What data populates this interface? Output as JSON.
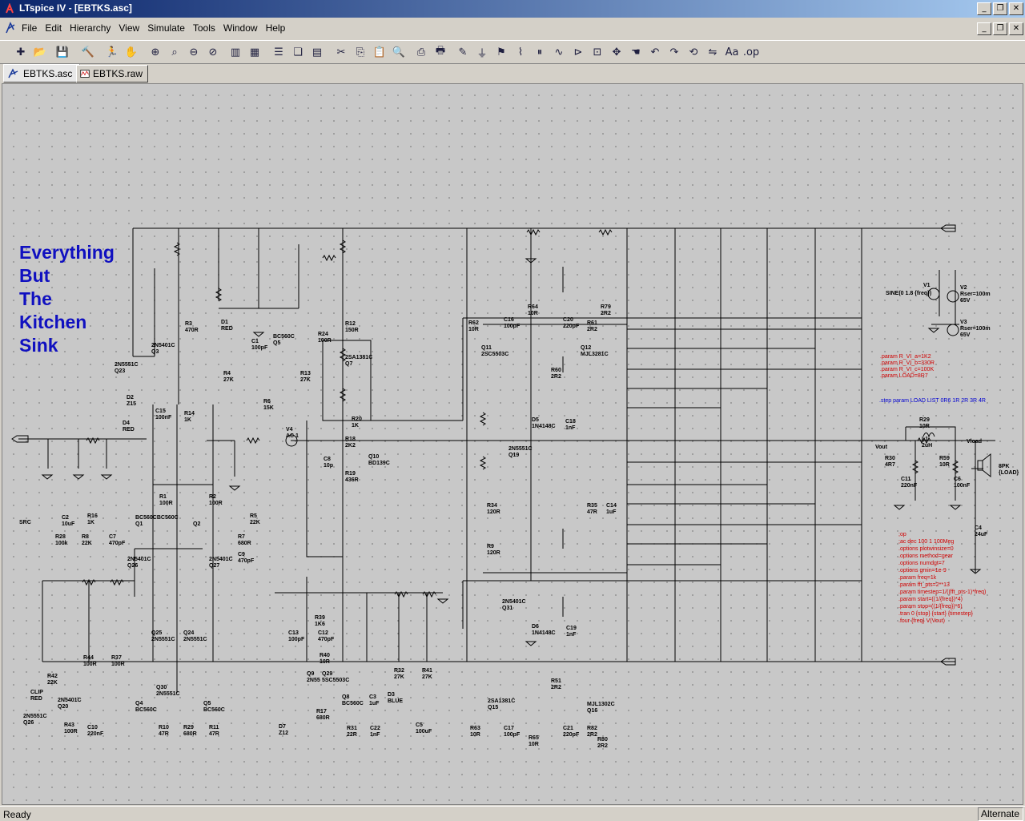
{
  "window": {
    "title": "LTspice IV - [EBTKS.asc]",
    "min": "_",
    "restore": "❐",
    "close": "✕"
  },
  "menu": [
    "File",
    "Edit",
    "Hierarchy",
    "View",
    "Simulate",
    "Tools",
    "Window",
    "Help"
  ],
  "tabs": [
    {
      "label": "EBTKS.asc"
    },
    {
      "label": "EBTKS.raw"
    }
  ],
  "toolbar_groups": [
    [
      "new-schematic-icon",
      "open-icon"
    ],
    [
      "save-icon"
    ],
    [
      "control-panel-icon"
    ],
    [
      "run-icon",
      "halt-icon"
    ],
    [
      "zoom-in-icon",
      "zoom-area-icon",
      "zoom-out-icon",
      "zoom-cancel-icon"
    ],
    [
      "autorange-icon",
      "plot-settings-icon"
    ],
    [
      "tile-horizontal-icon",
      "cascade-icon",
      "tile-vertical-icon"
    ],
    [
      "cut-icon",
      "copy-icon",
      "paste-icon",
      "find-icon"
    ],
    [
      "print-preview-icon",
      "print-icon"
    ],
    [
      "wire-icon",
      "ground-icon",
      "label-net-icon",
      "resistor-icon",
      "capacitor-icon",
      "inductor-icon",
      "diode-icon",
      "component-icon",
      "move-icon",
      "drag-icon",
      "undo-icon",
      "redo-icon",
      "rotate-icon",
      "mirror-icon",
      "text-icon",
      "spice-directive-icon"
    ]
  ],
  "toolbar_glyphs": {
    "new-schematic-icon": "✚",
    "open-icon": "📂",
    "save-icon": "💾",
    "control-panel-icon": "🔨",
    "run-icon": "🏃",
    "halt-icon": "✋",
    "zoom-in-icon": "⊕",
    "zoom-area-icon": "⌕",
    "zoom-out-icon": "⊖",
    "zoom-cancel-icon": "⊘",
    "autorange-icon": "▥",
    "plot-settings-icon": "▦",
    "tile-horizontal-icon": "☰",
    "cascade-icon": "❏",
    "tile-vertical-icon": "▤",
    "cut-icon": "✂",
    "copy-icon": "⎘",
    "paste-icon": "📋",
    "find-icon": "🔍",
    "print-preview-icon": "⎙",
    "print-icon": "🖶",
    "wire-icon": "✎",
    "ground-icon": "⏚",
    "label-net-icon": "⚑",
    "resistor-icon": "⌇",
    "capacitor-icon": "⏸",
    "inductor-icon": "∿",
    "diode-icon": "⊳",
    "component-icon": "⊡",
    "move-icon": "✥",
    "drag-icon": "☚",
    "undo-icon": "↶",
    "redo-icon": "↷",
    "rotate-icon": "⟲",
    "mirror-icon": "⇋",
    "text-icon": "Aa",
    "spice-directive-icon": ".op"
  },
  "schematic": {
    "headline": [
      "Everything",
      "But",
      "The",
      "Kitchen",
      "Sink"
    ],
    "labels": [
      [
        "R3\n470R",
        228,
        296
      ],
      [
        "2N5401C\nQ3",
        186,
        323
      ],
      [
        "2N5551C\nQ23",
        140,
        347
      ],
      [
        "D2\nZ15",
        155,
        388
      ],
      [
        "D4\nRED",
        150,
        420
      ],
      [
        "C15\n100nF",
        191,
        405
      ],
      [
        "R14\n1K",
        227,
        408
      ],
      [
        "D1\nRED",
        273,
        294
      ],
      [
        "C1\n100pF",
        311,
        318
      ],
      [
        "R4\n27K",
        276,
        358
      ],
      [
        "R6\n15K",
        326,
        393
      ],
      [
        "BC560C\nQ5",
        338,
        312
      ],
      [
        "R24\n100R",
        394,
        309
      ],
      [
        "R13\n27K",
        372,
        358
      ],
      [
        "R12\n150R",
        428,
        296
      ],
      [
        "2SA1381C\nQ7",
        428,
        338
      ],
      [
        "R20\n1K",
        436,
        415
      ],
      [
        "R18\n2K2",
        428,
        440
      ],
      [
        "C8\n10p",
        401,
        465
      ],
      [
        "Q10\nBD139C",
        457,
        462
      ],
      [
        "R19\n436R",
        428,
        483
      ],
      [
        "R62\n10R",
        582,
        295
      ],
      [
        "C16\n100pF",
        626,
        291
      ],
      [
        "R64\n10R",
        656,
        275
      ],
      [
        "C20\n220pF",
        700,
        291
      ],
      [
        "R79\n2R2",
        747,
        275
      ],
      [
        "R61\n2R2",
        730,
        295
      ],
      [
        "Q11\n2SC5503C",
        598,
        326
      ],
      [
        "Q12\nMJL3281C",
        722,
        326
      ],
      [
        "R60\n2R2",
        685,
        354
      ],
      [
        "D5\n1N4148C",
        661,
        416
      ],
      [
        "C18\n1nF",
        703,
        418
      ],
      [
        "2N5551C\nQ19",
        632,
        452
      ],
      [
        "R1\n100R",
        196,
        512
      ],
      [
        "R2\n100R",
        258,
        512
      ],
      [
        "BC560CBC560C\nQ1",
        166,
        538
      ],
      [
        "Q2",
        238,
        546
      ],
      [
        "R5\n22K",
        309,
        536
      ],
      [
        "R7\n680R",
        294,
        562
      ],
      [
        "C9\n470pF",
        294,
        584
      ],
      [
        "R34\n120R",
        605,
        523
      ],
      [
        "R9\n120R",
        605,
        574
      ],
      [
        "R35\n47R",
        730,
        523
      ],
      [
        "C14\n1uF",
        754,
        523
      ],
      [
        "SRC",
        21,
        544
      ],
      [
        "C2\n10uF",
        74,
        538
      ],
      [
        "R16\n1K",
        106,
        536
      ],
      [
        "R28\n100k",
        66,
        562
      ],
      [
        "R8\n22K",
        99,
        562
      ],
      [
        "C7\n470pF",
        133,
        562
      ],
      [
        "2N5401C\nQ26",
        156,
        590
      ],
      [
        "2N5401C\nQ27",
        258,
        590
      ],
      [
        "Q25\n2N5551C",
        186,
        682
      ],
      [
        "Q24\n2N5551C",
        226,
        682
      ],
      [
        "2N5401C\nQ31",
        624,
        643
      ],
      [
        "D6\n1N4148C",
        661,
        674
      ],
      [
        "C19\n1nF",
        704,
        676
      ],
      [
        "C13\n100pF",
        357,
        682
      ],
      [
        "C12\n470pF",
        394,
        682
      ],
      [
        "R39\n1K6",
        390,
        663
      ],
      [
        "R40\n10R",
        396,
        710
      ],
      [
        "R44\n100R",
        101,
        713
      ],
      [
        "R37\n100R",
        136,
        713
      ],
      [
        "R42\n22K",
        56,
        736
      ],
      [
        "CLIP\nRED",
        35,
        756
      ],
      [
        "2N5401C\nQ20",
        69,
        766
      ],
      [
        "R43\n100R",
        77,
        797
      ],
      [
        "2N5551C\nQ26",
        26,
        786
      ],
      [
        "C10\n220nF",
        106,
        800
      ],
      [
        "Q30\n2N5551C",
        192,
        750
      ],
      [
        "Q4\nBC560C",
        166,
        770
      ],
      [
        "Q5\nBC560C",
        251,
        770
      ],
      [
        "R10\n47R",
        195,
        800
      ],
      [
        "R29\n680R",
        226,
        800
      ],
      [
        "R11\n47R",
        258,
        800
      ],
      [
        "Q9\n2N55",
        380,
        733
      ],
      [
        "Q29\n5SC5503C",
        399,
        733
      ],
      [
        "R17\n680R",
        392,
        780
      ],
      [
        "Q8\nBC560C",
        424,
        762
      ],
      [
        "C3\n1uF",
        458,
        762
      ],
      [
        "D3\nBLUE",
        481,
        759
      ],
      [
        "R32\n27K",
        489,
        729
      ],
      [
        "R41\n27K",
        524,
        729
      ],
      [
        "C5\n100uF",
        516,
        797
      ],
      [
        "D7\nZ12",
        345,
        799
      ],
      [
        "R31\n22R",
        430,
        801
      ],
      [
        "C22\n1nF",
        459,
        801
      ],
      [
        "2SA1381C\nQ15",
        606,
        767
      ],
      [
        "R63\n10R",
        584,
        801
      ],
      [
        "C17\n100pF",
        626,
        801
      ],
      [
        "R65\n10R",
        657,
        813
      ],
      [
        "C21\n220pF",
        700,
        801
      ],
      [
        "R82\n2R2",
        730,
        801
      ],
      [
        "R80\n2R2",
        743,
        815
      ],
      [
        "R51\n2R2",
        685,
        742
      ],
      [
        "MJL1302C\nQ16",
        730,
        771
      ]
    ],
    "red_text": [
      ".param R_VI_a=1K2",
      ".param R_VI_b=330R",
      ".param R_VI_c=100K",
      ".param LOAD=8R7"
    ],
    "blue_text": ".step param LOAD LIST 0R6 1R 2R 3R 4R",
    "red_directives": [
      ";op",
      ";ac dec 100 1 100Meg",
      ".options plotwinsize=0",
      ".options method=gear",
      ".options numdgt=7",
      ".options gmin=1e-9",
      ".param freq=1k",
      ".param fft_pts=2**13",
      ".param timestep=1/((fft_pts-1)*freq)",
      ".param start=((1/{freq})*4)",
      ".param stop=((1/{freq})*6)",
      ".tran 0 {stop} {start} {timestep}",
      ".four {freq} V(Vout)"
    ],
    "sources": [
      "SINE(0 1.8 {freq})",
      "V1",
      "V2\nRser=100m\n65V",
      "V3\nRser=100m\n65V",
      "V4\nAC 1"
    ],
    "outputs": [
      "Vout",
      "Vload",
      "R29\n10R",
      "L1\n2uH",
      "R30\n4R7",
      "C11\n220nF",
      "R59\n10R",
      "C6\n100nF",
      "8PK\n{LOAD}",
      "C4\n24uF"
    ]
  },
  "status": {
    "left": "Ready",
    "right": "Alternate"
  }
}
